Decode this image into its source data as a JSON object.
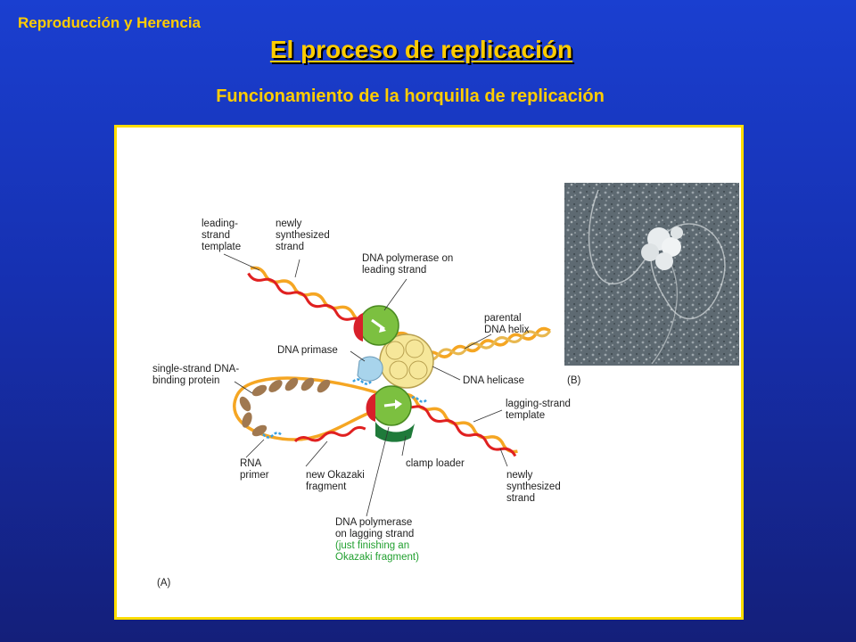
{
  "header": {
    "course_title": "Reproducción y Herencia",
    "slide_title": "El proceso de replicación",
    "slide_subtitle": "Funcionamiento de la horquilla de replicación"
  },
  "diagram": {
    "labels": {
      "leading_template": [
        "leading-",
        "strand",
        "template"
      ],
      "newly_synth_top": [
        "newly",
        "synthesized",
        "strand"
      ],
      "pol_leading": [
        "DNA polymerase on",
        "leading strand"
      ],
      "parental": [
        "parental",
        "DNA helix"
      ],
      "primase": "DNA primase",
      "ssb": [
        "single-strand DNA-",
        "binding protein"
      ],
      "helicase": "DNA helicase",
      "lagging_template": [
        "lagging-strand",
        "template"
      ],
      "clamp": "clamp loader",
      "rna_primer": [
        "RNA",
        "primer"
      ],
      "okazaki": [
        "new Okazaki",
        "fragment"
      ],
      "newly_synth_bottom": [
        "newly",
        "synthesized",
        "strand"
      ],
      "pol_lagging": [
        "DNA polymerase",
        "on lagging strand"
      ],
      "pol_lagging_note": [
        "(just finishing an",
        "Okazaki fragment)"
      ],
      "panel_a": "(A)",
      "panel_b": "(B)"
    }
  },
  "colors": {
    "background": "#1a3fd0",
    "title": "#ffcc00",
    "panel_border": "#ffdd00",
    "strand_orange": "#f5a623",
    "strand_red": "#e02020",
    "primer_blue": "#3aa0e0",
    "polymerase_green": "#7cc040",
    "helicase_yellow": "#f6e79a",
    "ssb_brown": "#a07850"
  }
}
